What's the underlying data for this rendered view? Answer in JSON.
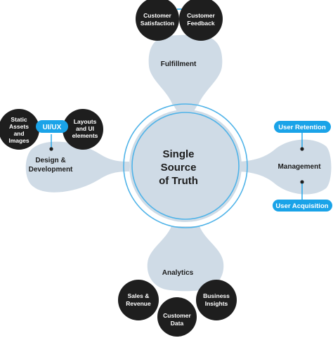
{
  "center": {
    "lines": [
      "Single",
      "Source",
      "of Truth"
    ]
  },
  "hubs": {
    "top": "Fulfillment",
    "left_lines": [
      "Design &",
      "Development"
    ],
    "right": "Management",
    "bottom": "Analytics"
  },
  "top_nodes": [
    {
      "lines": [
        "Customer",
        "Satisfaction"
      ]
    },
    {
      "lines": [
        "Customer",
        "Feedback"
      ]
    }
  ],
  "left_nodes": [
    {
      "lines": [
        "Static",
        "Assets",
        "and",
        "Images"
      ]
    },
    {
      "lines": [
        "Layouts",
        "and UI",
        "elements"
      ]
    }
  ],
  "left_tag": "UI/UX",
  "right_tags": {
    "upper": "User Retention",
    "lower": "User Acquisition"
  },
  "bottom_nodes": [
    {
      "lines": [
        "Sales &",
        "Revenue"
      ]
    },
    {
      "lines": [
        "Customer",
        "Data"
      ]
    },
    {
      "lines": [
        "Business",
        "Insights"
      ]
    }
  ],
  "colors": {
    "blob": "#cfdbe6",
    "node": "#1e1e1e",
    "accent": "#1aa3e8",
    "ring": "#4fb3e8"
  }
}
